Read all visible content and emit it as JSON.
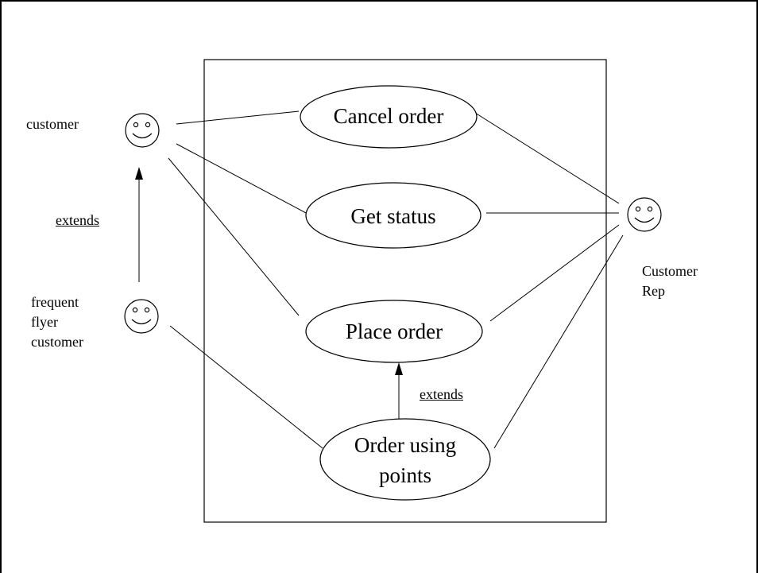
{
  "actors": {
    "customer": "customer",
    "frequent_flyer": [
      "frequent",
      "flyer",
      "customer"
    ],
    "customer_rep": [
      "Customer",
      "Rep"
    ]
  },
  "use_cases": {
    "cancel_order": "Cancel order",
    "get_status": "Get status",
    "place_order": "Place order",
    "order_using_points": [
      "Order using",
      "points"
    ]
  },
  "relations": {
    "extends_actor": "extends",
    "extends_use_case": "extends"
  },
  "colors": {
    "line": "#000000",
    "background": "#ffffff"
  }
}
